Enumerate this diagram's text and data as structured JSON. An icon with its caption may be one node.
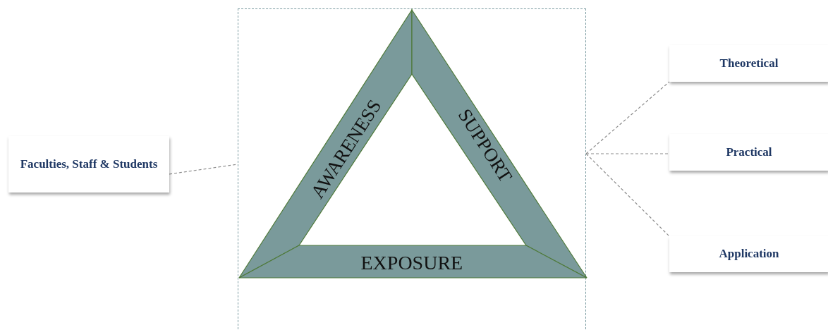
{
  "diagram": {
    "nodes": [
      {
        "text": [],
        "shape": "box"
      },
      {
        "text": [
          "AWARENESS"
        ],
        "in": 0
      },
      {
        "text": [
          "SUPPORT"
        ],
        "in": 0
      },
      {
        "text": [
          "EXPOSURE"
        ],
        "in": 0
      },
      {
        "text": [
          "Faculties, Staff & Students"
        ]
      },
      {
        "text": [
          "Theoretical"
        ]
      },
      {
        "text": [
          "Practical"
        ]
      },
      {
        "text": [
          "Application"
        ]
      }
    ],
    "edges": [
      {
        "from": 4,
        "to": 0,
        "arrow": "none",
        "style": "dashed"
      },
      {
        "from": 0,
        "to": 5,
        "arrow": "none",
        "style": "dashed"
      },
      {
        "from": 0,
        "to": 6,
        "arrow": "none",
        "style": "dashed"
      },
      {
        "from": 0,
        "to": 7,
        "arrow": "none",
        "style": "dashed"
      }
    ]
  }
}
